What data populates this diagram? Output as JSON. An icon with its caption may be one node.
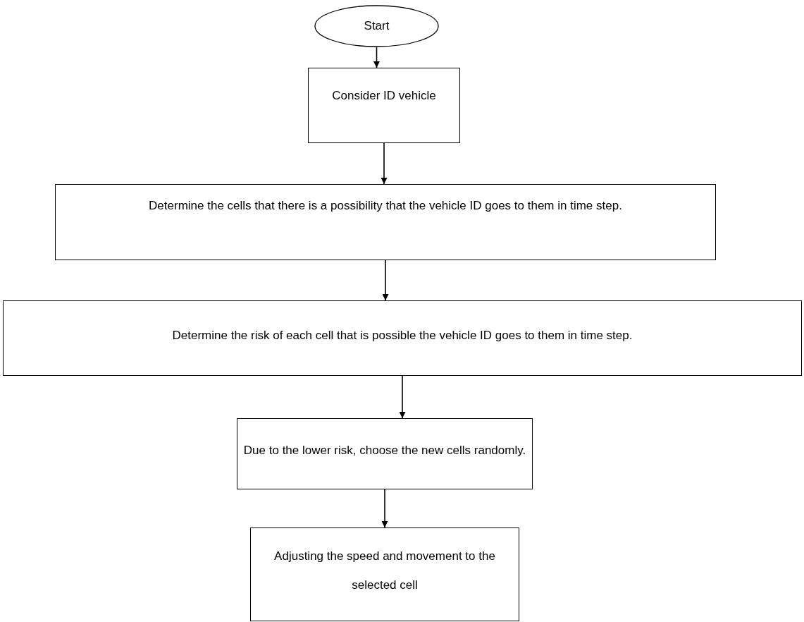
{
  "diagram": {
    "nodes": [
      {
        "text": [
          "Start"
        ]
      },
      {
        "text": [
          "Consider ID vehicle"
        ]
      },
      {
        "text": [
          "Determine the cells that there is a possibility that the vehicle ID goes to them in time step."
        ]
      },
      {
        "text": [
          "Determine the risk of each cell that is possible the vehicle ID goes to them in time step."
        ]
      },
      {
        "text": [
          "Due to the lower risk, choose the new cells randomly."
        ]
      },
      {
        "text": [
          "Adjusting the speed and movement to the selected cell"
        ]
      }
    ],
    "edges": [
      {
        "from": 0,
        "to": 1,
        "arrow": "to"
      },
      {
        "from": 1,
        "to": 2,
        "arrow": "to"
      },
      {
        "from": 2,
        "to": 3,
        "arrow": "to"
      },
      {
        "from": 3,
        "to": 4,
        "arrow": "to"
      },
      {
        "from": 4,
        "to": 5,
        "arrow": "to"
      }
    ]
  }
}
